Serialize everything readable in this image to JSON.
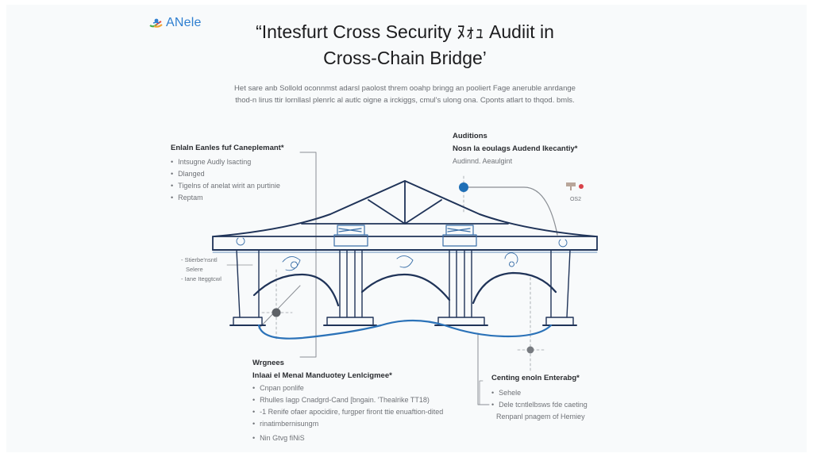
{
  "logo": {
    "text": "ANele",
    "icon": "multicolor-hands-logo-icon"
  },
  "title": {
    "line1": "“Intesfurt Cross Security ﾇｫｭ Audiit in",
    "line2": "Cross-Chain Bridge’"
  },
  "intro": {
    "line1": "Het sare anb Sollold oconnmst adarsl paolost threm ooahp bringg an pooliert Fage aneruble anrdange",
    "line2": "thod-n lirus ttir lornllasl plenrlc al autlc oigne a irckiggs, cmul's ulong ona. Cponts atlart to thqod. bmls."
  },
  "left_block": {
    "title": "Enlaln Eanles fuf Caneplemant*",
    "items": [
      "Intsugne Audly lsacting",
      "Dlanged",
      "Tigelns of anelat wirit an purtinie",
      "Reptam"
    ]
  },
  "left_note": {
    "items": [
      "Stierbe'nsntl",
      "Selere",
      "Iane Iteggtcwl"
    ]
  },
  "right_block": {
    "title": "Auditions",
    "subtitle": "Nosn la eoulags Audend Ikecantiy*",
    "caption": "Audinnd.  Aeaulgint"
  },
  "right_badge": {
    "label": "OS2",
    "icon": "audit-stamp-icon"
  },
  "bottom_left_block": {
    "label": "Wrgnees",
    "title": "Inlaai el Menal Manduotey Lenlcigmee*",
    "items": [
      "Cnpan ponlife",
      "Rhulles Iagp Cnadgrd-Cand [bngain. 'Thealrike TT18)",
      "-1 Renife ofaer apocidire, furgper firont ttie enuaftion-dited",
      "rinatimbernisungm",
      "Nin Gtvg fiNiS"
    ]
  },
  "bottom_right_block": {
    "title": "Centing enoln Enterabg*",
    "items": [
      "Sehele",
      "Dele tcntlelbsws fde caeting"
    ],
    "continuation": "Renpanl pnagem of Hemiey"
  },
  "colors": {
    "structure": "#1f3358",
    "detail": "#3a6fa8",
    "water": "#2b72b8",
    "marker_blue": "#1f6fb6",
    "marker_grey": "#5d6166",
    "leader": "#8a8e94"
  }
}
